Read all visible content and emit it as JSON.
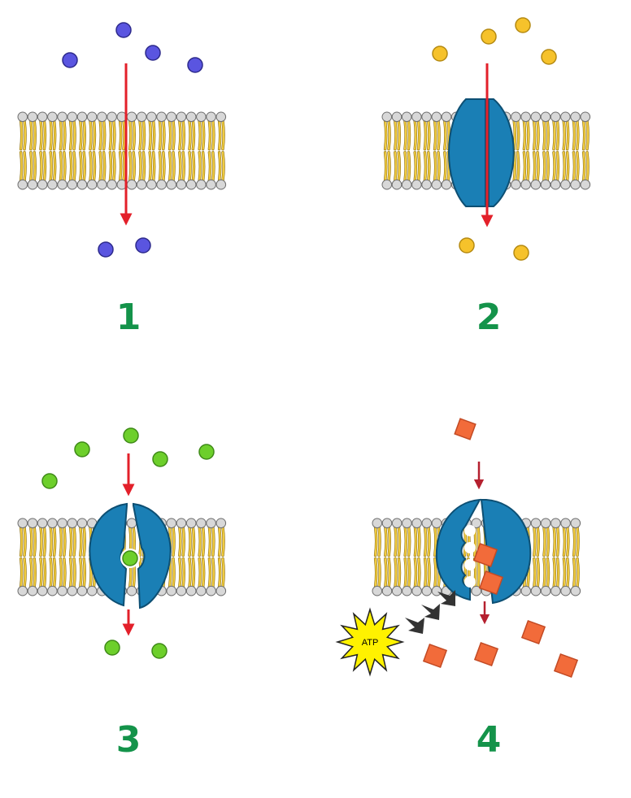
{
  "colors": {
    "background": "#ffffff",
    "number": "#14934a",
    "arrow": "#e3202a",
    "arrow_dark": "#b5202f",
    "lipid_head": "#d8d8d8",
    "lipid_head_stroke": "#6e6e6e",
    "lipid_tail": "#f2cc40",
    "lipid_tail_stroke": "#8a6d10",
    "protein": "#1a7fb5",
    "protein_dark": "#0d4f73",
    "molecule_blue": "#5a55e0",
    "molecule_yellow": "#f6c22b",
    "molecule_green": "#6dcf2b",
    "molecule_orange": "#f26b3a",
    "atp_fill": "#fff200",
    "atp_stroke": "#222222",
    "energy_arrow": "#333333"
  },
  "panels": [
    {
      "number": "1",
      "icon": "simple-diffusion"
    },
    {
      "number": "2",
      "icon": "channel-protein"
    },
    {
      "number": "3",
      "icon": "carrier-protein"
    },
    {
      "number": "4",
      "icon": "active-transport-pump"
    }
  ],
  "atp_label": "ATP"
}
